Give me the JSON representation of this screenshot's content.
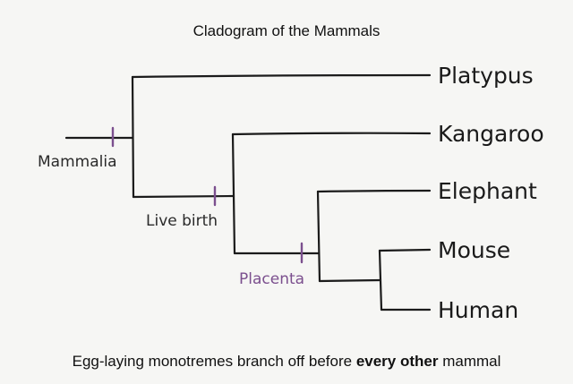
{
  "title": "Cladogram of the Mammals",
  "caption": {
    "before": "Egg-laying monotremes branch off before ",
    "emphasis": "every other",
    "after": " mammal"
  },
  "taxa": {
    "platypus": "Platypus",
    "kangaroo": "Kangaroo",
    "elephant": "Elephant",
    "mouse": "Mouse",
    "human": "Human"
  },
  "traits": {
    "mammalia": "Mammalia",
    "live_birth": "Live birth",
    "placenta": "Placenta"
  },
  "colors": {
    "line": "#1b1b1b",
    "trait_tick": "#7b4f8e",
    "placenta_label": "#7b4f8e",
    "background": "#f6f6f4"
  }
}
